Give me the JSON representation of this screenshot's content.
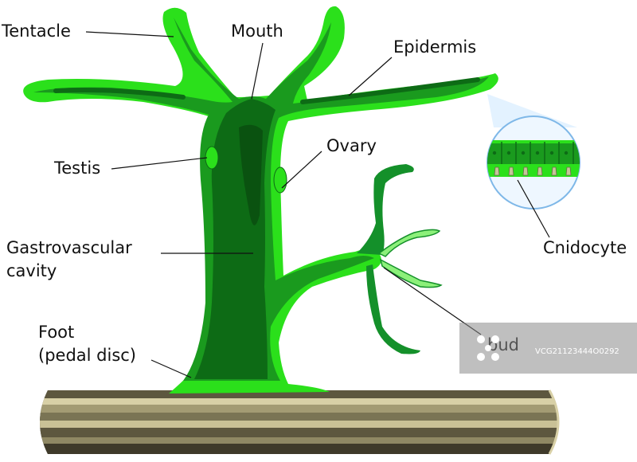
{
  "labels": {
    "tentacle": "Tentacle",
    "mouth": "Mouth",
    "epidermis": "Epidermis",
    "testis": "Testis",
    "ovary": "Ovary",
    "cavity_line1": "Gastrovascular",
    "cavity_line2": "cavity",
    "cnidocyte": "Cnidocyte",
    "bud": "bud",
    "foot_line1": "Foot",
    "foot_line2": "(pedal disc)"
  },
  "watermark": {
    "text": "VCG21123444O0292"
  },
  "colors": {
    "outer_green": "#2be01b",
    "inner_green": "#1a9a1e",
    "core_green": "#0d6b15",
    "bud_dark": "#14902a",
    "log_dark": "#4c4633",
    "log_mid": "#7a7454",
    "log_light": "#d8d0a6"
  }
}
